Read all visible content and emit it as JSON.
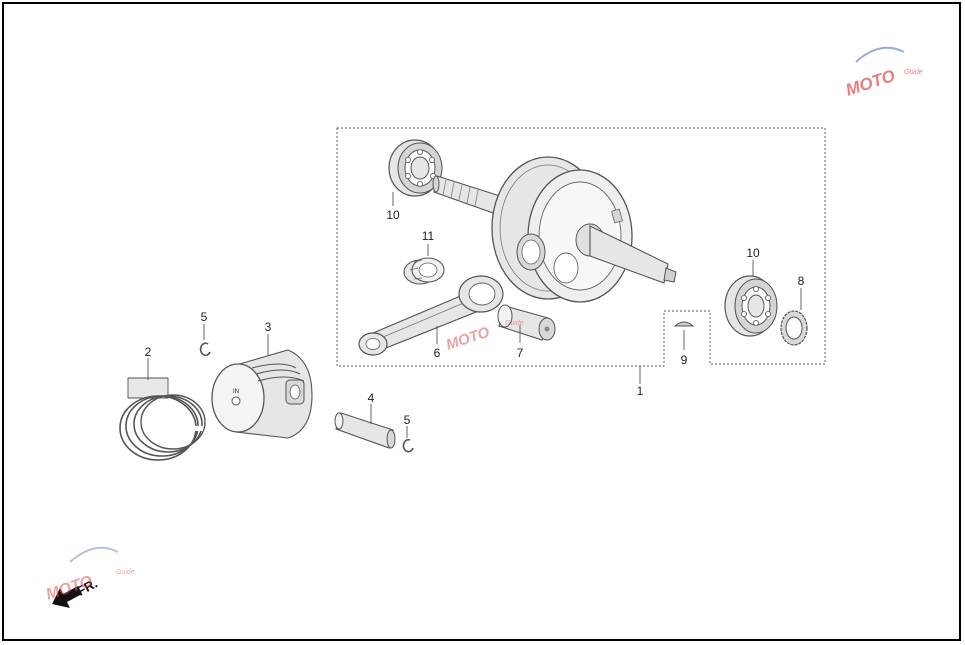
{
  "colors": {
    "line": "#555555",
    "part_fill": "#e6e6e6",
    "part_dark": "#9a9a9a",
    "border": "#000000",
    "watermark_red": "#e05555",
    "watermark_blue": "#7a8fc9",
    "watermark_grey": "#aaaaaa"
  },
  "callouts": {
    "p1": "1",
    "p2": "2",
    "p3": "3",
    "p4": "4",
    "p5a": "5",
    "p5b": "5",
    "p6": "6",
    "p7": "7",
    "p8": "8",
    "p9": "9",
    "p10a": "10",
    "p10b": "10",
    "p11": "11"
  },
  "piston_stamp": "IN",
  "direction": {
    "label": "FR.",
    "icon": "arrow-left-down-icon"
  },
  "watermark": {
    "brand": "MOTO",
    "tagline": "Guide"
  }
}
